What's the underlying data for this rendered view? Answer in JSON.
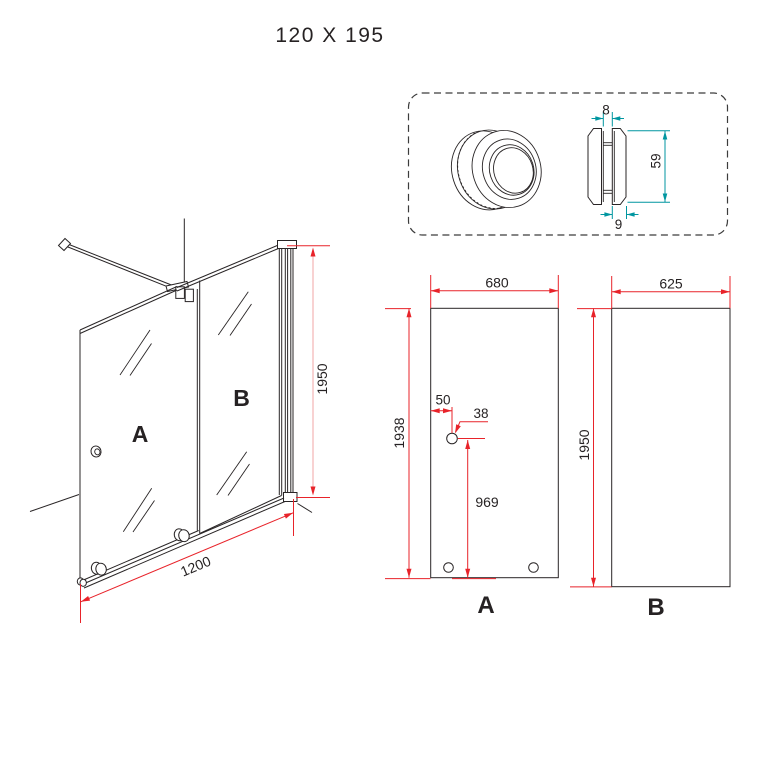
{
  "title": "120 X 195",
  "colors": {
    "dimension_red": "#e8232a",
    "dimension_red_light": "#f2a6a6",
    "detail_teal": "#0096a0",
    "line_black": "#292526"
  },
  "perspective_view": {
    "panel_a_label": "A",
    "panel_b_label": "B",
    "width_dim": "1200",
    "height_dim": "1950"
  },
  "hardware_detail": {
    "glass_thickness_dim": "8",
    "roller_height_dim": "59",
    "roller_depth_dim": "9"
  },
  "panel_a_drawing": {
    "label": "A",
    "width_dim": "680",
    "height_dim": "1938",
    "hole_edge_offset_dim": "50",
    "hole_diameter_dim": "38",
    "hole_bottom_offset_dim": "969"
  },
  "panel_b_drawing": {
    "label": "B",
    "width_dim": "625",
    "height_dim": "1950"
  }
}
